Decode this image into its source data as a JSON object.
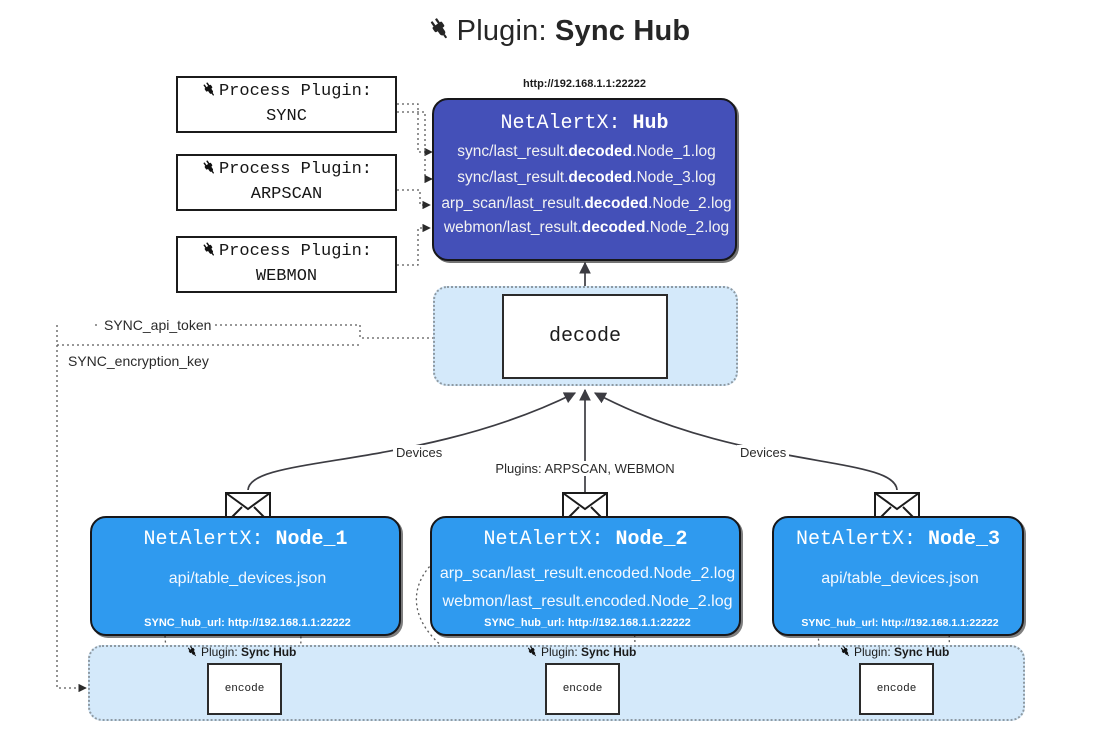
{
  "page": {
    "title_prefix": "Plugin:",
    "title_main": "Sync Hub",
    "title_icon": "electric-plug-icon"
  },
  "colors": {
    "hub_fill": "#4450b8",
    "node_fill": "#2f9aef",
    "container_fill": "#d4e9fa",
    "box_stroke": "#17171a",
    "page_bg": "#ffffff"
  },
  "process_plugins": [
    {
      "line1": "Process Plugin:",
      "line2": "SYNC",
      "icon": "electric-plug-icon"
    },
    {
      "line1": "Process Plugin:",
      "line2": "ARPSCAN",
      "icon": "electric-plug-icon"
    },
    {
      "line1": "Process Plugin:",
      "line2": "WEBMON",
      "icon": "electric-plug-icon"
    }
  ],
  "hub": {
    "url": "http://192.168.1.1:22222",
    "title_prefix": "NetAlertX:",
    "title_name": "Hub",
    "logs": [
      {
        "pre": "sync/last_result.",
        "mid": "decoded",
        "post": ".Node_1.log"
      },
      {
        "pre": "sync/last_result.",
        "mid": "decoded",
        "post": ".Node_3.log"
      },
      {
        "pre": "arp_scan/last_result.",
        "mid": "decoded",
        "post": ".Node_2.log"
      },
      {
        "pre": "webmon/last_result.",
        "mid": "decoded",
        "post": ".Node_2.log"
      }
    ]
  },
  "decode": {
    "label": "decode"
  },
  "tokens": {
    "api_token": "SYNC_api_token",
    "encryption_key": "SYNC_encryption_key"
  },
  "edge_labels": {
    "devices_left": "Devices",
    "devices_right": "Devices",
    "plugins_center": "Plugins: ARPSCAN, WEBMON"
  },
  "nodes": [
    {
      "title_prefix": "NetAlertX:",
      "title_name": "Node_1",
      "lines": [
        "api/table_devices.json"
      ],
      "hub_url_label": "SYNC_hub_url: http://192.168.1.1:22222",
      "envelope_icon": "envelope-icon"
    },
    {
      "title_prefix": "NetAlertX:",
      "title_name": "Node_2",
      "lines": [
        "arp_scan/last_result.encoded.Node_2.log",
        "webmon/last_result.encoded.Node_2.log"
      ],
      "hub_url_label": "SYNC_hub_url: http://192.168.1.1:22222",
      "envelope_icon": "envelope-icon"
    },
    {
      "title_prefix": "NetAlertX:",
      "title_name": "Node_3",
      "lines": [
        "api/table_devices.json"
      ],
      "hub_url_label": "SYNC_hub_url: http://192.168.1.1:22222",
      "envelope_icon": "envelope-icon"
    }
  ],
  "encoders": [
    {
      "caption_prefix": "Plugin:",
      "caption_name": "Sync Hub",
      "label": "encode",
      "icon": "electric-plug-icon"
    },
    {
      "caption_prefix": "Plugin:",
      "caption_name": "Sync Hub",
      "label": "encode",
      "icon": "electric-plug-icon"
    },
    {
      "caption_prefix": "Plugin:",
      "caption_name": "Sync Hub",
      "label": "encode",
      "icon": "electric-plug-icon"
    }
  ]
}
